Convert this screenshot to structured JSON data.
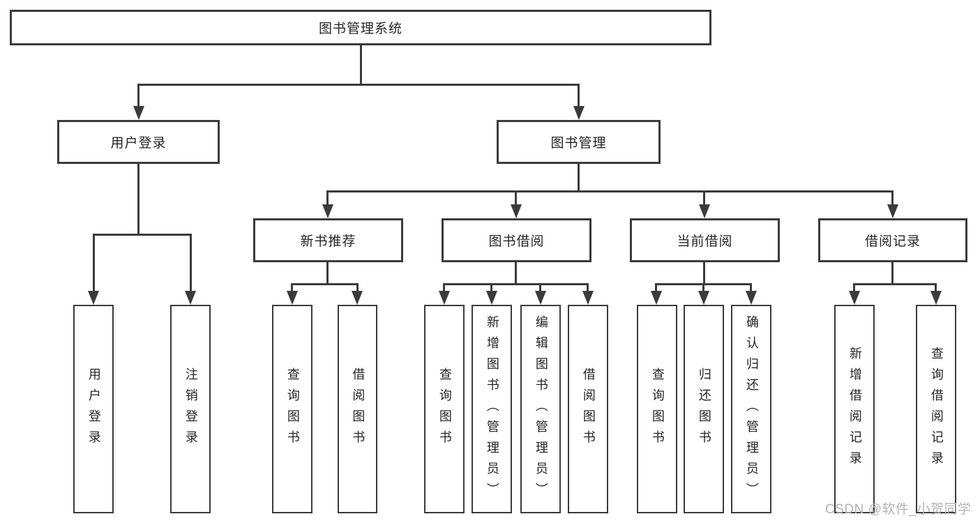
{
  "diagram_title": "图书管理系统",
  "colors": {
    "line": "#3b3b3b",
    "border": "#3b3b3b",
    "text": "#242424",
    "watermark": "#b3b3b3",
    "background": "#ffffff"
  },
  "watermark": {
    "text": "CSDN @软件_小贺同学"
  },
  "tree": {
    "root": {
      "label": "图书管理系统"
    },
    "branches": [
      {
        "label": "用户登录",
        "children": [
          {
            "label": "用户登录"
          },
          {
            "label": "注销登录"
          }
        ]
      },
      {
        "label": "图书管理",
        "groups": [
          {
            "label": "新书推荐",
            "children": [
              {
                "label": "查询图书"
              },
              {
                "label": "借阅图书"
              }
            ]
          },
          {
            "label": "图书借阅",
            "children": [
              {
                "label": "查询图书"
              },
              {
                "label": "新增图书（管理员）"
              },
              {
                "label": "编辑图书（管理员）"
              },
              {
                "label": "借阅图书"
              }
            ]
          },
          {
            "label": "当前借阅",
            "children": [
              {
                "label": "查询图书"
              },
              {
                "label": "归还图书"
              },
              {
                "label": "确认归还（管理员）"
              }
            ]
          },
          {
            "label": "借阅记录",
            "children": [
              {
                "label": "新增借阅记录"
              },
              {
                "label": "查询借阅记录"
              }
            ]
          }
        ]
      }
    ]
  }
}
